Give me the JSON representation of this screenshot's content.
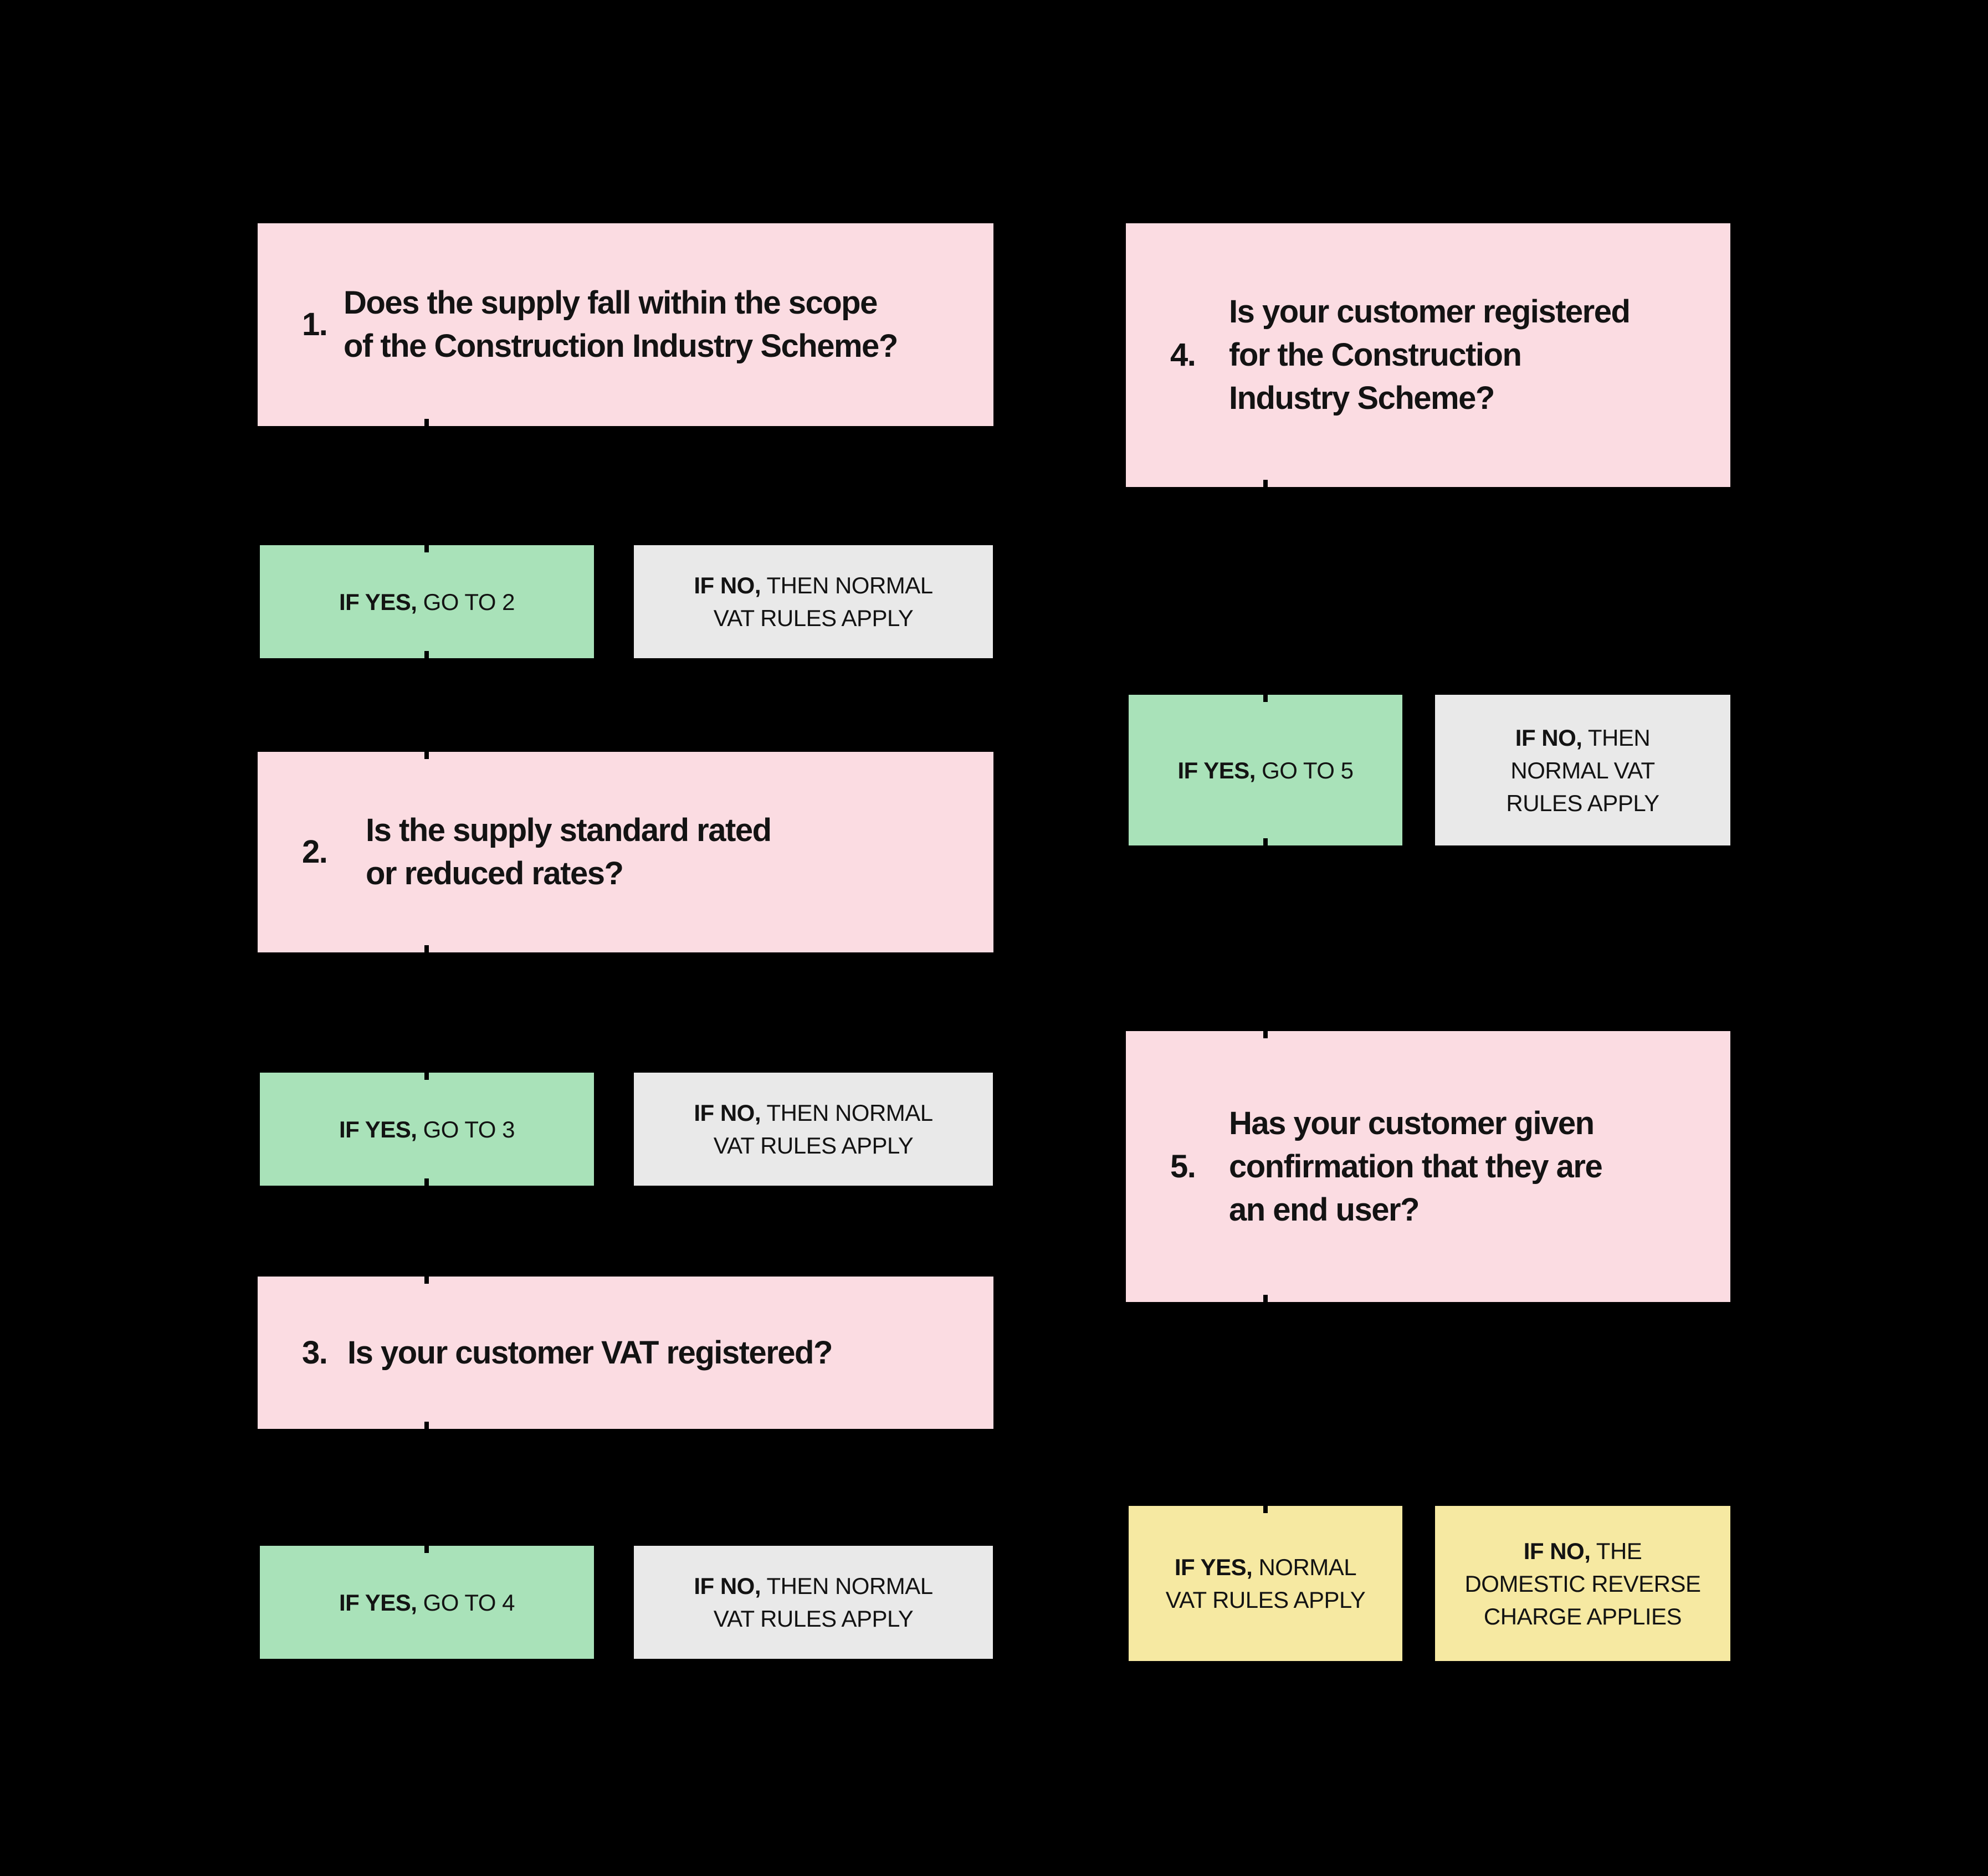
{
  "colors": {
    "background": "#000000",
    "question_box": "#FBDCE2",
    "yes_box": "#A9E2B9",
    "no_box": "#E9E9E9",
    "outcome_box": "#F6E9A2",
    "text": "#131313"
  },
  "boxes": {
    "q1": {
      "number": "1.",
      "lines": [
        "Does the supply fall within the scope",
        "of the Construction Industry Scheme?"
      ]
    },
    "q2": {
      "number": "2.",
      "lines": [
        "Is the supply standard rated",
        "or reduced rates?"
      ]
    },
    "q3": {
      "number": "3.",
      "lines": [
        "Is your customer VAT registered?"
      ]
    },
    "q4": {
      "number": "4.",
      "lines": [
        "Is your customer registered",
        "for the Construction",
        "Industry Scheme?"
      ]
    },
    "q5": {
      "number": "5.",
      "lines": [
        "Has your customer given",
        "confirmation that they are",
        "an end user?"
      ]
    }
  },
  "answers": {
    "yes1": {
      "lines": [
        {
          "bold": "IF YES,",
          "rest": " GO TO 2"
        }
      ]
    },
    "no1": {
      "lines": [
        {
          "bold": "IF NO,",
          "rest": " THEN NORMAL"
        },
        {
          "rest": "VAT RULES APPLY"
        }
      ]
    },
    "yes2": {
      "lines": [
        {
          "bold": "IF YES,",
          "rest": " GO TO 3"
        }
      ]
    },
    "no2": {
      "lines": [
        {
          "bold": "IF NO,",
          "rest": " THEN NORMAL"
        },
        {
          "rest": "VAT RULES APPLY"
        }
      ]
    },
    "yes3": {
      "lines": [
        {
          "bold": "IF YES,",
          "rest": " GO TO 4"
        }
      ]
    },
    "no3": {
      "lines": [
        {
          "bold": "IF NO,",
          "rest": " THEN NORMAL"
        },
        {
          "rest": "VAT RULES APPLY"
        }
      ]
    },
    "yes4": {
      "lines": [
        {
          "bold": "IF YES,",
          "rest": " GO TO 5"
        }
      ]
    },
    "no4": {
      "lines": [
        {
          "bold": "IF NO,",
          "rest": " THEN"
        },
        {
          "rest": "NORMAL VAT"
        },
        {
          "rest": "RULES APPLY"
        }
      ]
    },
    "outcome_yes": {
      "lines": [
        {
          "bold": "IF YES,",
          "rest": " NORMAL"
        },
        {
          "rest": "VAT RULES APPLY"
        }
      ]
    },
    "outcome_no": {
      "lines": [
        {
          "bold": "IF NO,",
          "rest": " THE"
        },
        {
          "rest": "DOMESTIC REVERSE"
        },
        {
          "rest": "CHARGE APPLIES"
        }
      ]
    }
  }
}
